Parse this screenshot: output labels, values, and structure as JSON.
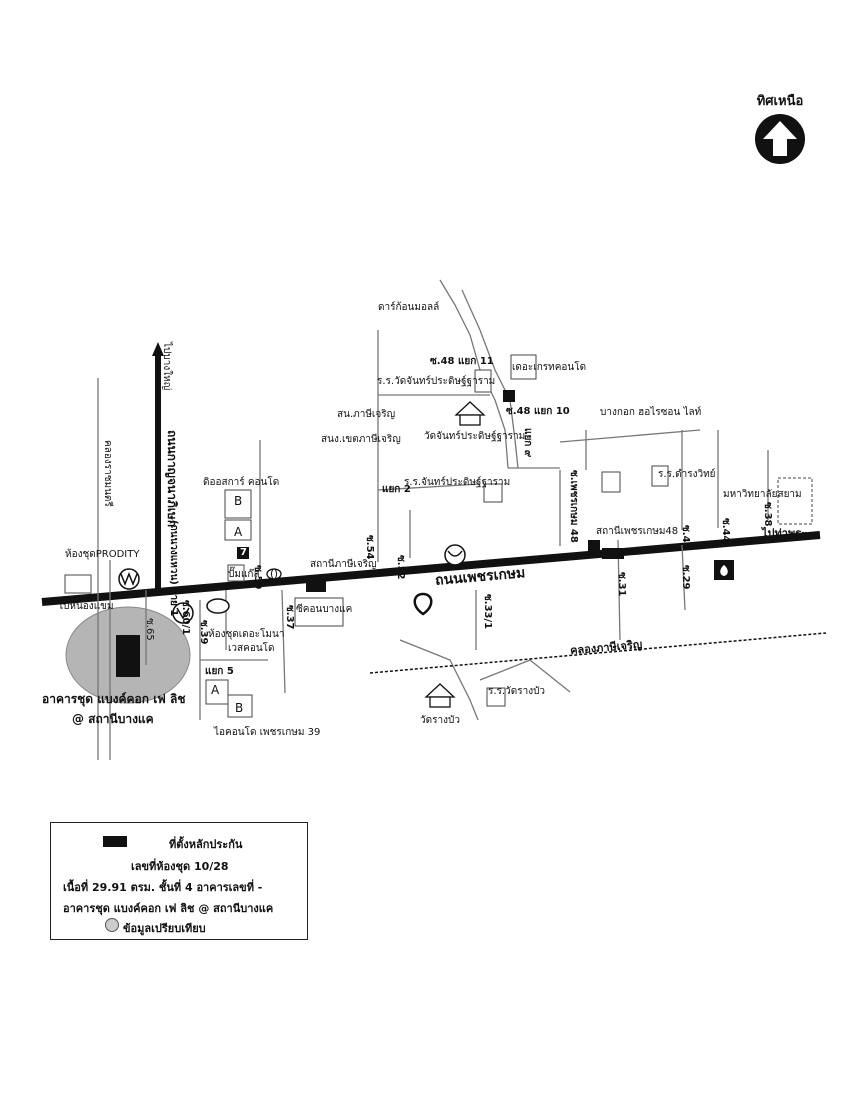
{
  "north": {
    "label": "ทิศเหนือ"
  },
  "roads": {
    "main": "ถนนเพชรเกษม",
    "kanchana": "ถนนกาญจนาภิเษก",
    "kanchana_suffix": "(ถนนวงแหวน) สาย 1",
    "to_bangyai": "ไปบางใหญ่",
    "to_thapra": "ไปท่าพระ",
    "to_nongkhaem": "ไปหนองแขม",
    "canal_phasi": "คลองภาษีเจริญ",
    "canal_ratchamontri": "คลองราชมนตรี",
    "soi_59": "ซ.59",
    "soi_60_1": "ซ.60/1",
    "soi_39": "ซ.39",
    "soi_37": "ซ.37",
    "soi_54": "ซ.54",
    "soi_52": "ซ.52",
    "soi_33_1": "ซ.33/1",
    "soi_48": "ซ.เพชรเกษม 48",
    "soi_31": "ซ.31",
    "soi_46": "ซ.46",
    "soi_29": "ซ.29",
    "soi_44": "ซ.44",
    "soi_38": "ซ.38",
    "soi_48_11": "ซ.48 แยก 11",
    "soi_48_10": "ซ.48 แยก 10",
    "soi_48_9": "แยก ๙",
    "yaek_2": "แยก 2",
    "yaek_5": "แยก 5",
    "soi_vert_small": "ซ.65"
  },
  "places": {
    "dark_moon": "ดาร์ก้อนมอลล์",
    "the_gate": "เดอะเกรทคอนโด",
    "school_wat_chan_1": "ร.ร.วัดจันทร์ประดิษฐ์ฐาราม",
    "wat_chan": "วัดจันทร์ประดิษฐ์ฐาราม",
    "school_wat_chan_2": "ร.ร.จันทร์ประดิษฐ์ฐาราม",
    "phasi_office": "สน.ภาษีเจริญ",
    "phasi_district": "สนง.เขตภาษีเจริญ",
    "bangkok_horizon": "บางกอก ฮอไรซอน ไลท์",
    "school_darunwit": "ร.ร.ดำรงวิทย์",
    "siam_uni": "มหาวิทยาลัยสยาม",
    "d_condo": "ดิออสการ์ คอนโด",
    "b_label": "B",
    "a_label": "A",
    "gas_station": "ปั๊มแก๊ส",
    "station_phasi": "สถานีภาษีเจริญ",
    "station_phetkasem48": "สถานีเพชรเกษม48",
    "seacon": "ซีคอนบางแค",
    "prodity": "ห้องชุดPRODITY",
    "the_mina": "ห้องชุดเดอะโมนา",
    "the_mina2": "เวสคอนโด",
    "condo_b_label": "B",
    "condo_a_label": "A",
    "i_condo": "ไอคอนโด เพชรเกษม 39",
    "wat_rangbua": "วัดรางบัว",
    "school_rangbua": "ร.ร.วัดรางบัว",
    "subject_title": "อาคารชุด แบงค์คอก เฟ ลิช",
    "subject_sub": "@ สถานีบางแค",
    "seven_eleven": "7"
  },
  "legend": {
    "collateral": "ที่ตั้งหลักประกัน",
    "room_no": "เลขที่ห้องชุด 10/28",
    "area": "เนื้อที่ 29.91 ตรม. ชั้นที่ 4 อาคารเลขที่ -",
    "building": "อาคารชุด แบงค์คอก เฟ ลิช @ สถานีบางแค",
    "comparison": "ข้อมูลเปรียบเทียบ"
  },
  "colors": {
    "road": "#111111",
    "highlight": "#b5b5b5",
    "line": "#777777"
  }
}
